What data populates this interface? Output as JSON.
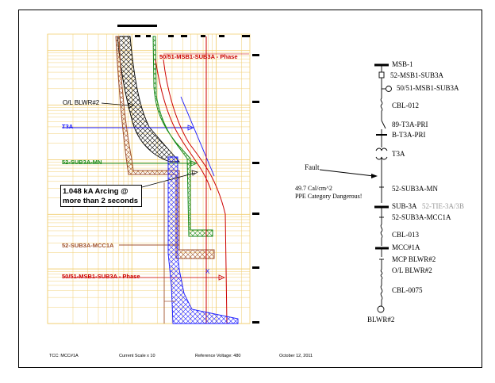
{
  "tcc": {
    "curves": {
      "phase_top": "50/51-MSB1-SUB3A - Phase",
      "ol_blwr": "O/L BLWR#2",
      "t3a": "T3A",
      "sub3a_mn": "52-SUB3A-MN",
      "mcc1a": "52-SUB3A-MCC1A",
      "phase_bottom": "50/51-MSB1-SUB3A - Phase"
    },
    "arcing_line1": "1.048 kA Arcing @",
    "arcing_line2": "more than 2 seconds",
    "fault_marker": "X",
    "colors": {
      "grid": "#f2cf74",
      "phase": "#cc0000",
      "t3a": "#1a1aff",
      "sub3a_mn": "#1a8a1a",
      "mcc1a": "#a0522d",
      "ol": "#000000"
    }
  },
  "footer": {
    "tcc": "TCC:  MCC#1A",
    "scale": "Current Scale  x 10",
    "voltage": "Reference Voltage: 480",
    "date": "October 12, 2011"
  },
  "one_line": {
    "labels": {
      "msb1": "MSB-1",
      "breaker_52msb1": "52-MSB1-SUB3A",
      "relay_5051": "50/51-MSB1-SUB3A",
      "cbl012": "CBL-012",
      "sw_89t3a": "89-T3A-PRI",
      "bus_bt3a": "B-T3A-PRI",
      "t3a": "T3A",
      "fault": "Fault",
      "arc_flash_1": "49.7 Cal/cm^2",
      "arc_flash_2": "PPE Category Dangerous!",
      "breaker_sub3a_mn": "52-SUB3A-MN",
      "bus_sub3a": "SUB-3A",
      "tie_breaker": "52-TIE-3A/3B",
      "breaker_mcc1a": "52-SUB3A-MCC1A",
      "cbl013": "CBL-013",
      "mcc1a": "MCC#1A",
      "mcp_blwr": "MCP BLWR#2",
      "ol_blwr": "O/L BLWR#2",
      "cbl0075": "CBL-0075",
      "motor": "BLWR#2"
    },
    "tie_color": "#999999"
  }
}
